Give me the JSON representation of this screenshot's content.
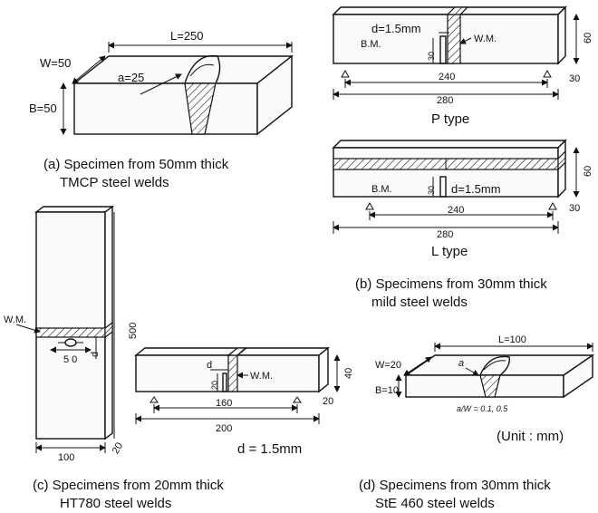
{
  "panel_a": {
    "L": "L=250",
    "W": "W=50",
    "B": "B=50",
    "a": "a=25",
    "caption_1": "(a) Specimen from 50mm thick",
    "caption_2": "TMCP steel welds"
  },
  "panel_b_p": {
    "d": "d=1.5mm",
    "bm": "B.M.",
    "wm": "W.M.",
    "h30": "30",
    "h60": "60",
    "t30": "30",
    "span": "240",
    "len": "280",
    "type": "P type"
  },
  "panel_b_l": {
    "bm": "B.M.",
    "d": "d=1.5mm",
    "h30": "30",
    "h60": "60",
    "t30": "30",
    "span": "240",
    "len": "280",
    "type": "L type"
  },
  "panel_b": {
    "caption_1": "(b) Specimens from 30mm thick",
    "caption_2": "mild steel welds"
  },
  "panel_c": {
    "wm_left": "W.M.",
    "h500": "500",
    "notch50": "5 0",
    "d_left": "d",
    "w100": "100",
    "t20_left": "20",
    "d_bar": "d",
    "h20": "20",
    "wm_bar": "W.M.",
    "h40": "40",
    "t20_bar": "20",
    "span": "160",
    "len": "200",
    "d_value": "d = 1.5mm",
    "caption_1": "(c) Specimens from 20mm thick",
    "caption_2": "HT780 steel welds"
  },
  "panel_d": {
    "L": "L=100",
    "W": "W=20",
    "B": "B=10",
    "a": "a",
    "ratio": "a/W = 0.1, 0.5",
    "unit": "(Unit : mm)",
    "caption_1": "(d) Specimens from 30mm thick",
    "caption_2": "StE 460 steel welds"
  }
}
